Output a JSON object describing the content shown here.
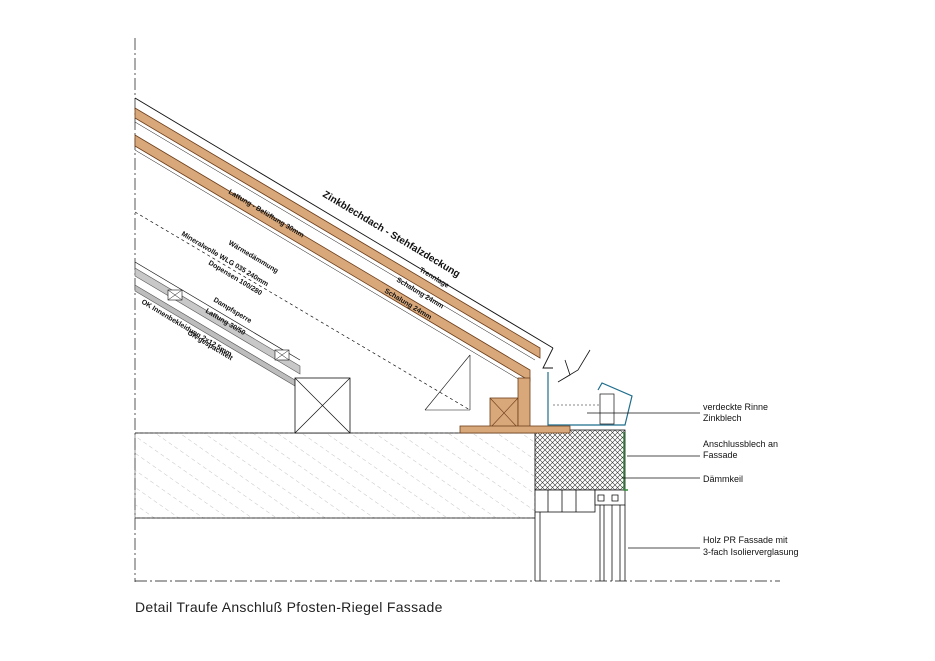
{
  "caption": "Detail Traufe Anschluß Pfosten-Riegel Fassade",
  "roof_labels": {
    "zinc_roof": "Zinkblechdach - Stehfalzdeckung",
    "lattung_belueftung": "Lattung - Belüftung 30mm",
    "trennlage": "Trennlage",
    "schalung_1": "Schalung 24mm",
    "schalung_2": "Schalung 24mm",
    "waermedaemmung": "Wärmedämmung",
    "mineralwolle": "Mineralwolle WLG 035 240mm",
    "dopensen": "Dopensen 100/280",
    "dampfsperre": "Dampfsperre",
    "lattung_30_50": "Lattung 30/50",
    "ok_innenbekleidung": "OK Innenbekleidung 2x12,5mm",
    "gk_gespachtelt": "GK gespachtelt"
  },
  "callouts": [
    {
      "id": "rinne",
      "lines": [
        "verdeckte Rinne",
        "Zinkblech"
      ]
    },
    {
      "id": "anschlussblech",
      "lines": [
        "Anschlussblech an",
        "Fassade"
      ]
    },
    {
      "id": "daemmkeil",
      "lines": [
        "Dämmkeil"
      ]
    },
    {
      "id": "fassade",
      "lines": [
        "Holz PR Fassade mit",
        "3-fach Isolierverglasung"
      ]
    }
  ],
  "colors": {
    "timber": "#d9a87a",
    "timber_stroke": "#6b3d1a",
    "gutter": "#1f6d8c",
    "flashing": "#2e8b3a",
    "line": "#111111"
  }
}
